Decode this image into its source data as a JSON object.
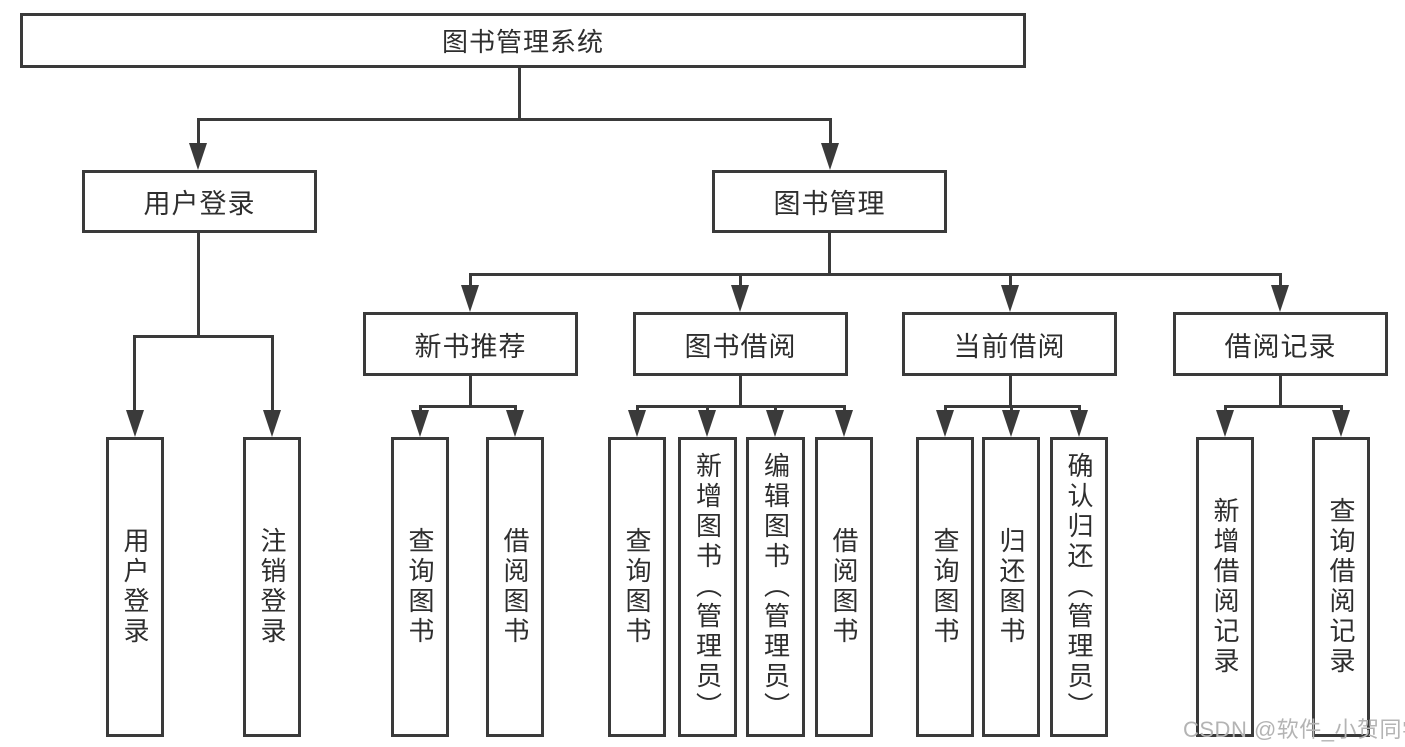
{
  "title": "图书管理系统",
  "watermark": "CSDN @软件_小贺同学",
  "colors": {
    "line": "#3a3a3a",
    "text": "#2e2e2e",
    "watermark": "#b4b4b4",
    "background": "#ffffff"
  },
  "tree": {
    "root": {
      "label": "图书管理系统"
    },
    "branches": {
      "user_login": {
        "label": "用户登录",
        "children": {
          "login": {
            "label": "用户登录"
          },
          "logout": {
            "label": "注销登录"
          }
        }
      },
      "book_mgmt": {
        "label": "图书管理",
        "children": {
          "new_book_rec": {
            "label": "新书推荐",
            "children": {
              "query_book": {
                "label": "查询图书"
              },
              "borrow_book": {
                "label": "借阅图书"
              }
            }
          },
          "book_borrow": {
            "label": "图书借阅",
            "children": {
              "query_book": {
                "label": "查询图书"
              },
              "add_book": {
                "label": "新增图书（管理员）"
              },
              "edit_book": {
                "label": "编辑图书（管理员）"
              },
              "borrow_book": {
                "label": "借阅图书"
              }
            }
          },
          "current_borrow": {
            "label": "当前借阅",
            "children": {
              "query_book": {
                "label": "查询图书"
              },
              "return_book": {
                "label": "归还图书"
              },
              "confirm_return": {
                "label": "确认归还（管理员）"
              }
            }
          },
          "borrow_record": {
            "label": "借阅记录",
            "children": {
              "add_record": {
                "label": "新增借阅记录"
              },
              "query_record": {
                "label": "查询借阅记录"
              }
            }
          }
        }
      }
    }
  }
}
